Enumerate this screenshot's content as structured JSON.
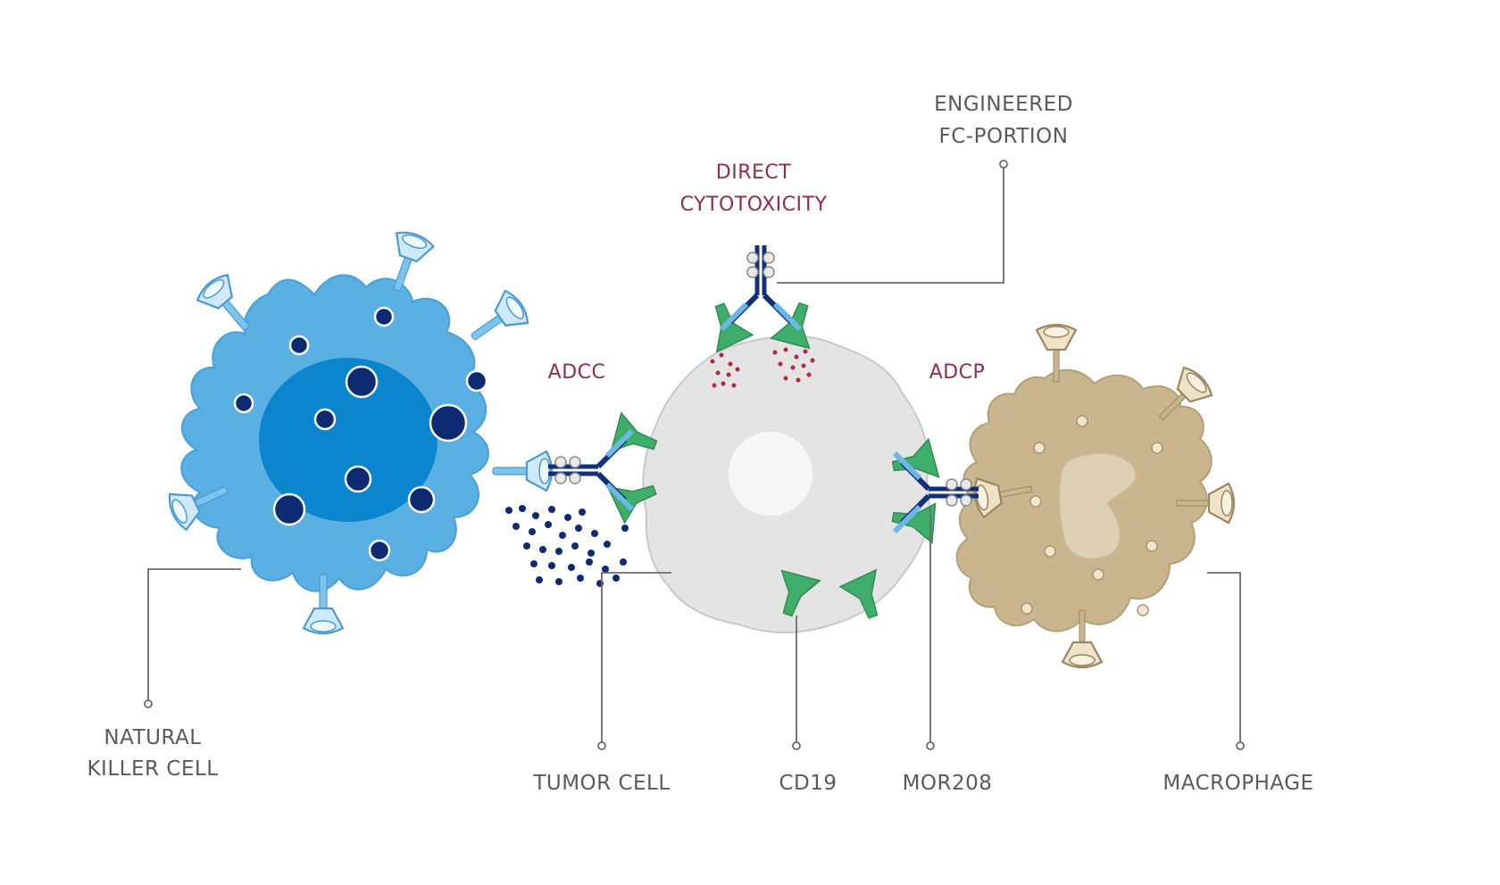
{
  "labels": {
    "natural_killer_line1": "NATURAL",
    "natural_killer_line2": "KILLER CELL",
    "tumor_cell": "TUMOR CELL",
    "cd19": "CD19",
    "mor208": "MOR208",
    "macrophage": "MACROPHAGE",
    "engineered_line1": "ENGINEERED",
    "engineered_line2": "FC-PORTION"
  },
  "mechanisms": {
    "direct_line1": "DIRECT",
    "direct_line2": "CYTOTOXICITY",
    "adcc": "ADCC",
    "adcp": "ADCP"
  },
  "colors": {
    "nk_cell": "#5ab0e3",
    "nk_nucleus": "#0c85cf",
    "nk_granule": "#0d2a73",
    "tumor_cell": "#e4e4e4",
    "cd19": "#3fae6a",
    "antibody_dark": "#12307a",
    "antibody_light": "#6bb8e6",
    "macrophage": "#c9b68e",
    "cytotoxic_dots": "#b02a3c",
    "mechanism_text": "#8e2f43",
    "label_text": "#5a5a5a"
  }
}
